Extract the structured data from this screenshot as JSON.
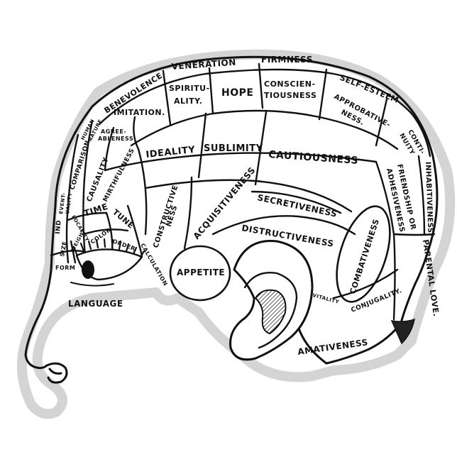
{
  "colors": {
    "ink": "#111111",
    "sticker_shadow": "#cfcfcf",
    "background": "#ffffff"
  },
  "labels": {
    "veneration": "VENERATION",
    "firmness": "FIRMNESS",
    "benevolence": "BENEVOLENCE",
    "spirituality_1": "SPIRITU-",
    "spirituality_2": "ALITY.",
    "hope": "HOPE",
    "conscientiousness_1": "CONSCIEN-",
    "conscientiousness_2": "TIOUSNESS",
    "self_esteem": "SELF-ESTEEM",
    "approbativeness_1": "APPROBATIVE-",
    "approbativeness_2": "NESS.",
    "continuity_1": "CONTI-",
    "continuity_2": "NUITY",
    "human_nature_1": "HUMAN",
    "human_nature_2": "NATURE",
    "imitation": "IMITATION.",
    "agreeableness_1": "AGREE-",
    "agreeableness_2": "ABLENESS",
    "comparison": "COMPARISON",
    "causality": "CAUSALITY",
    "mirthfulness": "MIRTHFULNESS",
    "ideality": "IDEALITY",
    "sublimity": "SUBLIMITY",
    "cautiousness": "CAUTIOUSNESS",
    "friendship_1": "FRIENDSHIP OR",
    "friendship_2": "ADHESIVENESS",
    "inhabitiveness": "INHABITIVENESS",
    "eventuality_1": "EVENT-",
    "eventuality_2": "UALITY",
    "individuality": "IND",
    "time": "TIME",
    "tune": "TUNE",
    "locality": "LOCALITY",
    "constructiveness_1": "CONSTRUCTIVE",
    "constructiveness_2": "NESS",
    "acquisitiveness": "ACQUISITIVENESS",
    "secretiveness": "SECRETIVENESS",
    "destructiveness": "DISTRUCTIVENESS",
    "combativeness": "COMBATIVENESS",
    "parental_love": "PARENTAL LOVE.",
    "size": "SIZE",
    "weight": "WEIGHT",
    "color": "COLOR",
    "order": "ORDER",
    "calculation": "CALCULATION",
    "form": "FORM",
    "appetite": "APPETITE",
    "vitality": "VITALITY",
    "conjugality": "CONJUGALITY.",
    "language": "LANGUAGE",
    "amativeness": "AMATIVENESS"
  }
}
